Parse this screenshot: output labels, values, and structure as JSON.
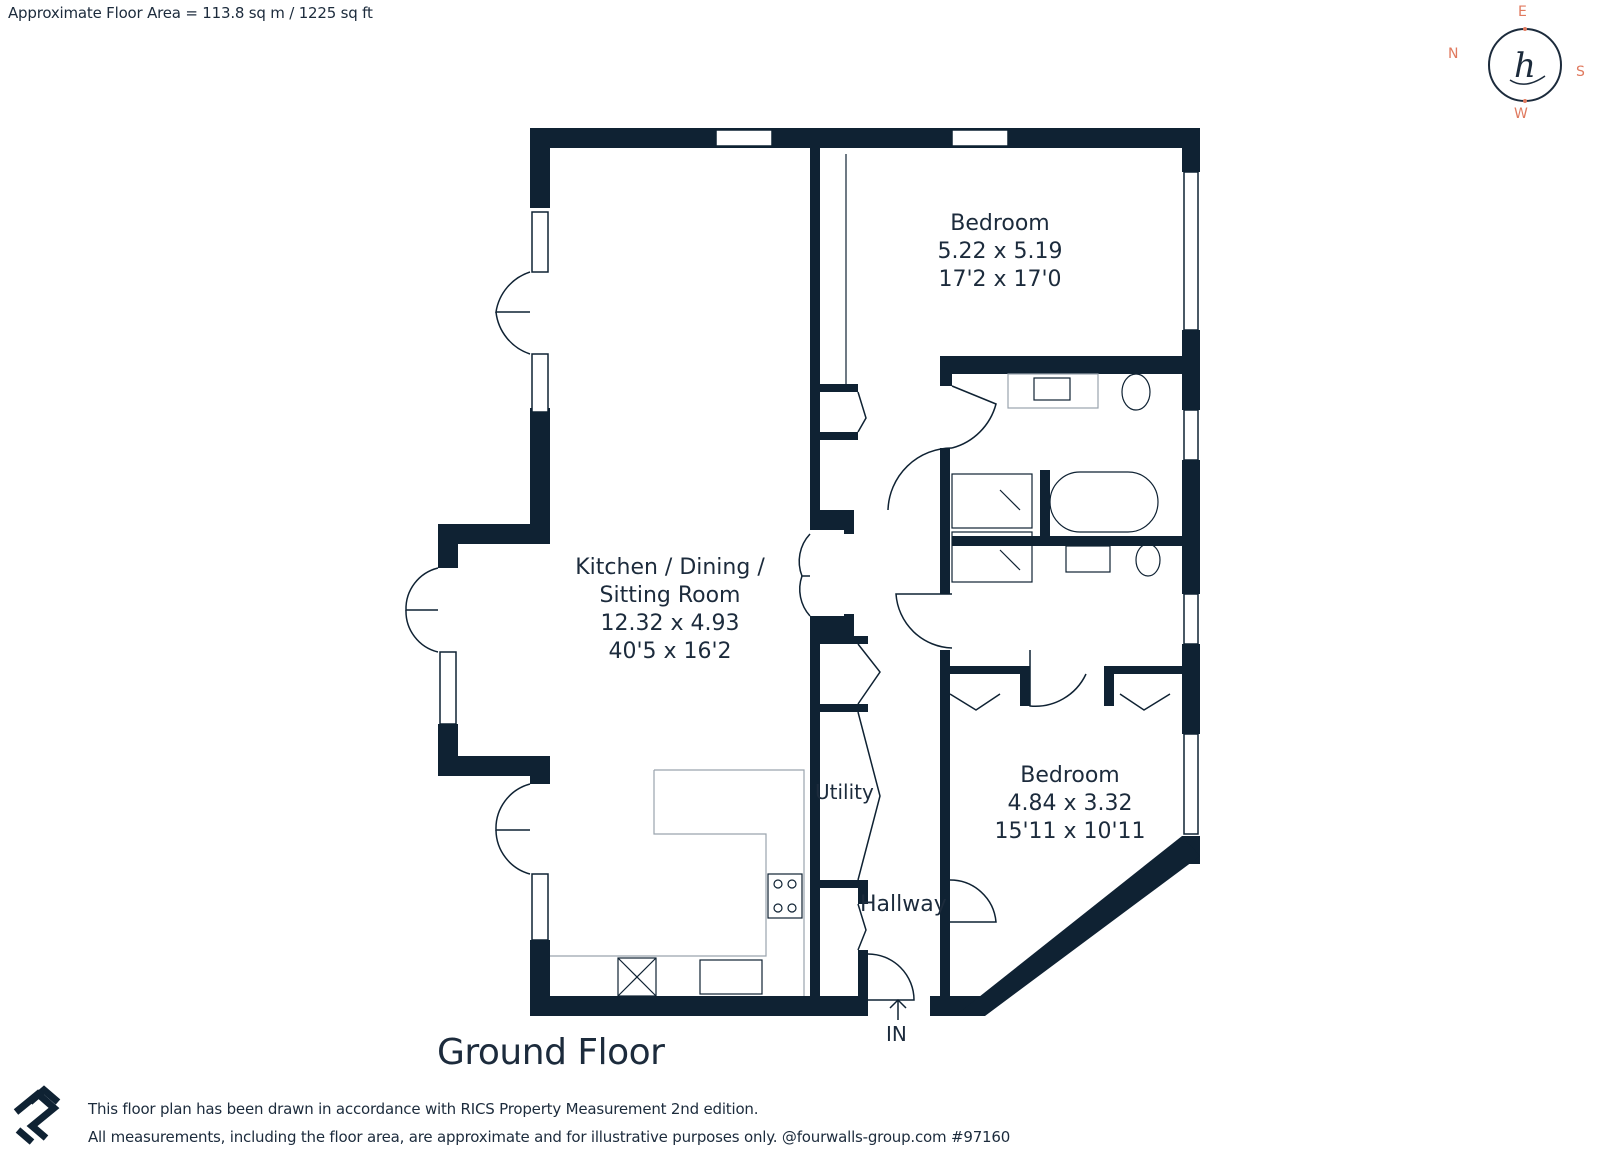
{
  "header": {
    "floor_area": "Approximate Floor Area = 113.8 sq m / 1225 sq ft"
  },
  "compass": {
    "north": "N",
    "east": "E",
    "south": "S",
    "west": "W",
    "logo_monogram": "h"
  },
  "rooms": {
    "bedroom1": {
      "name": "Bedroom",
      "metric": "5.22 x 5.19",
      "imperial": "17'2 x 17'0"
    },
    "kitchen": {
      "name_line1": "Kitchen / Dining /",
      "name_line2": "Sitting Room",
      "metric": "12.32 x 4.93",
      "imperial": "40'5 x 16'2"
    },
    "bedroom2": {
      "name": "Bedroom",
      "metric": "4.84 x 3.32",
      "imperial": "15'11 x 10'11"
    },
    "utility": {
      "name": "Utility"
    },
    "hallway": {
      "name": "Hallway"
    }
  },
  "entrance": {
    "label": "IN"
  },
  "floor_title": "Ground Floor",
  "footer": {
    "line1": "This floor plan has been drawn in accordance with RICS Property Measurement 2nd edition.",
    "line2": "All measurements, including the floor area, are approximate and for illustrative purposes only. @fourwalls-group.com #97160"
  },
  "colors": {
    "wall": "#0f2233",
    "text": "#1c2b3c",
    "compass_accent": "#e07a5f"
  },
  "icons": {
    "logo": "fourwalls-logo-icon",
    "compass": "compass-monogram-icon"
  }
}
